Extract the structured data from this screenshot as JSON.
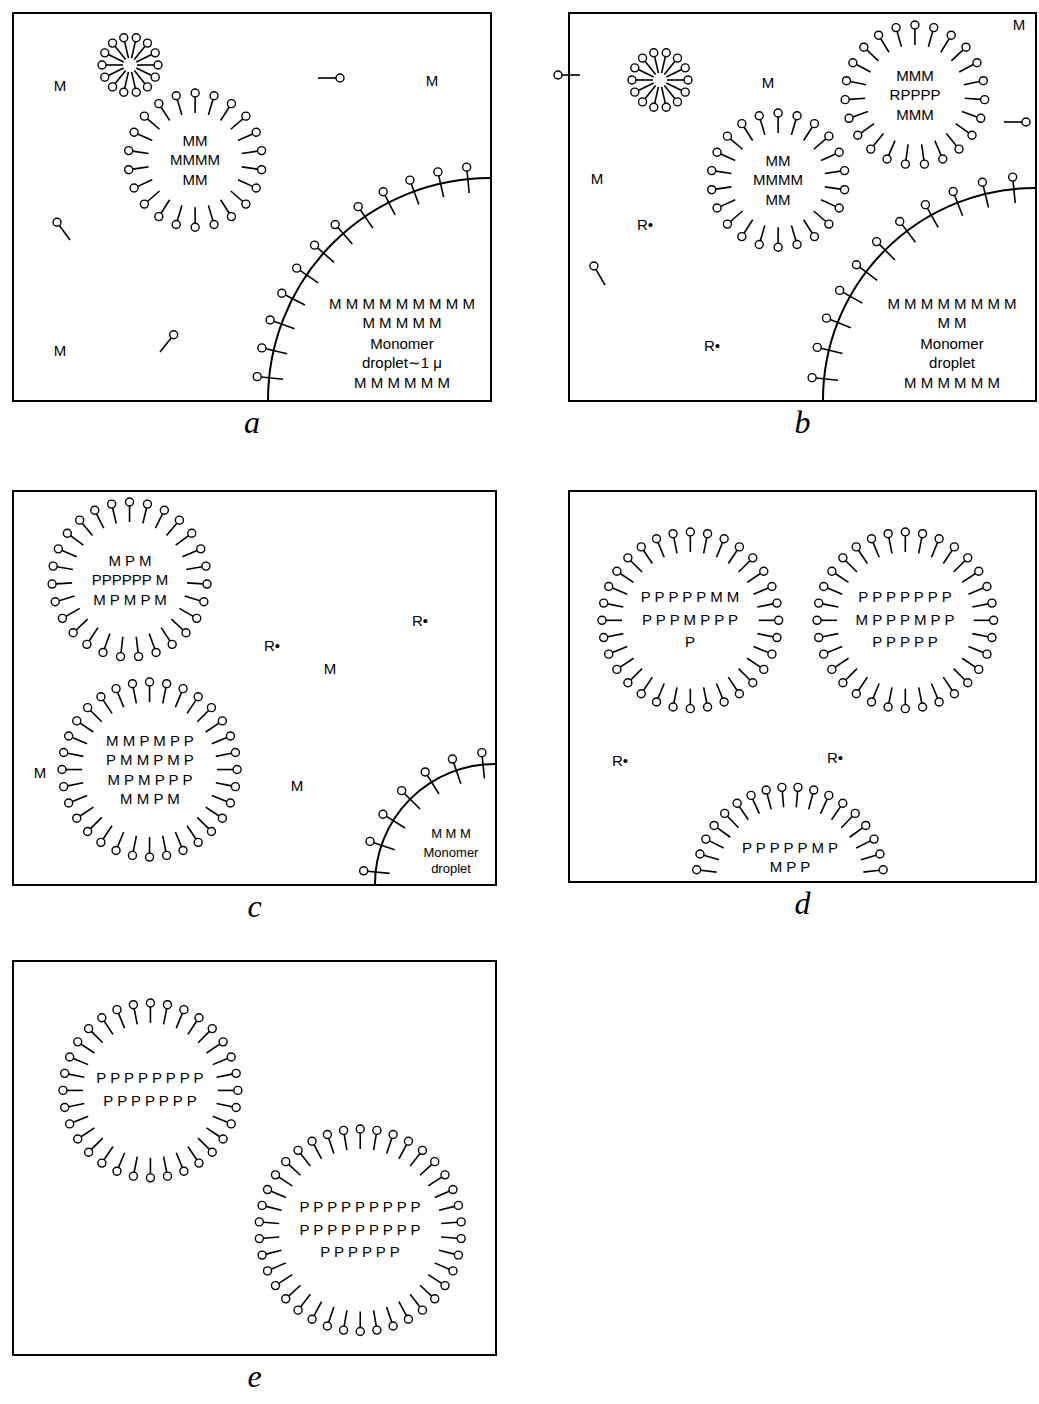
{
  "diagram": {
    "nodes": [
      {
        "text": [
          "a"
        ]
      },
      {
        "text": [
          "MM MMMM MM"
        ],
        "in": 0
      },
      {
        "text": [
          "M M M M M M M M M M M M M M",
          "Monomer droplet∼1 μ",
          "M M M M M M"
        ],
        "in": 0
      },
      {
        "text": [
          "b"
        ]
      },
      {
        "text": [
          "MM MMMM MM"
        ],
        "in": 3
      },
      {
        "text": [
          "MMM RPPPP MMM"
        ],
        "in": 3
      },
      {
        "text": [
          "M M M M M M M M M M",
          "Monomer droplet",
          "M M M M M M"
        ],
        "in": 3
      },
      {
        "text": [
          "c"
        ]
      },
      {
        "text": [
          "M P M PPPPPP M M P M P M"
        ],
        "in": 7
      },
      {
        "text": [
          "M M P M P P P M M P M P M P M P P P M M P M"
        ],
        "in": 7
      },
      {
        "text": [
          "M M M",
          "Monomer droplet"
        ],
        "in": 7
      },
      {
        "text": [
          "d"
        ]
      },
      {
        "text": [
          "P P P P P M M P P P M P P P P"
        ],
        "in": 11
      },
      {
        "text": [
          "P P P P P P P M P P P M P P P P P P P"
        ],
        "in": 11
      },
      {
        "text": [
          "P P P P P M P M P P"
        ],
        "in": 11
      },
      {
        "text": [
          "e"
        ]
      },
      {
        "text": [
          "P P P P P P P P P P P P P P P"
        ],
        "in": 15
      },
      {
        "text": [
          "P P P P P P P P P P P P P P P P P P P P P P P P"
        ],
        "in": 15
      }
    ],
    "labels": [
      "M",
      "M",
      "M",
      "M",
      "M",
      "M",
      "R•",
      "R•",
      "M",
      "R•",
      "R•",
      "M",
      "M",
      "R•",
      "R•"
    ]
  }
}
